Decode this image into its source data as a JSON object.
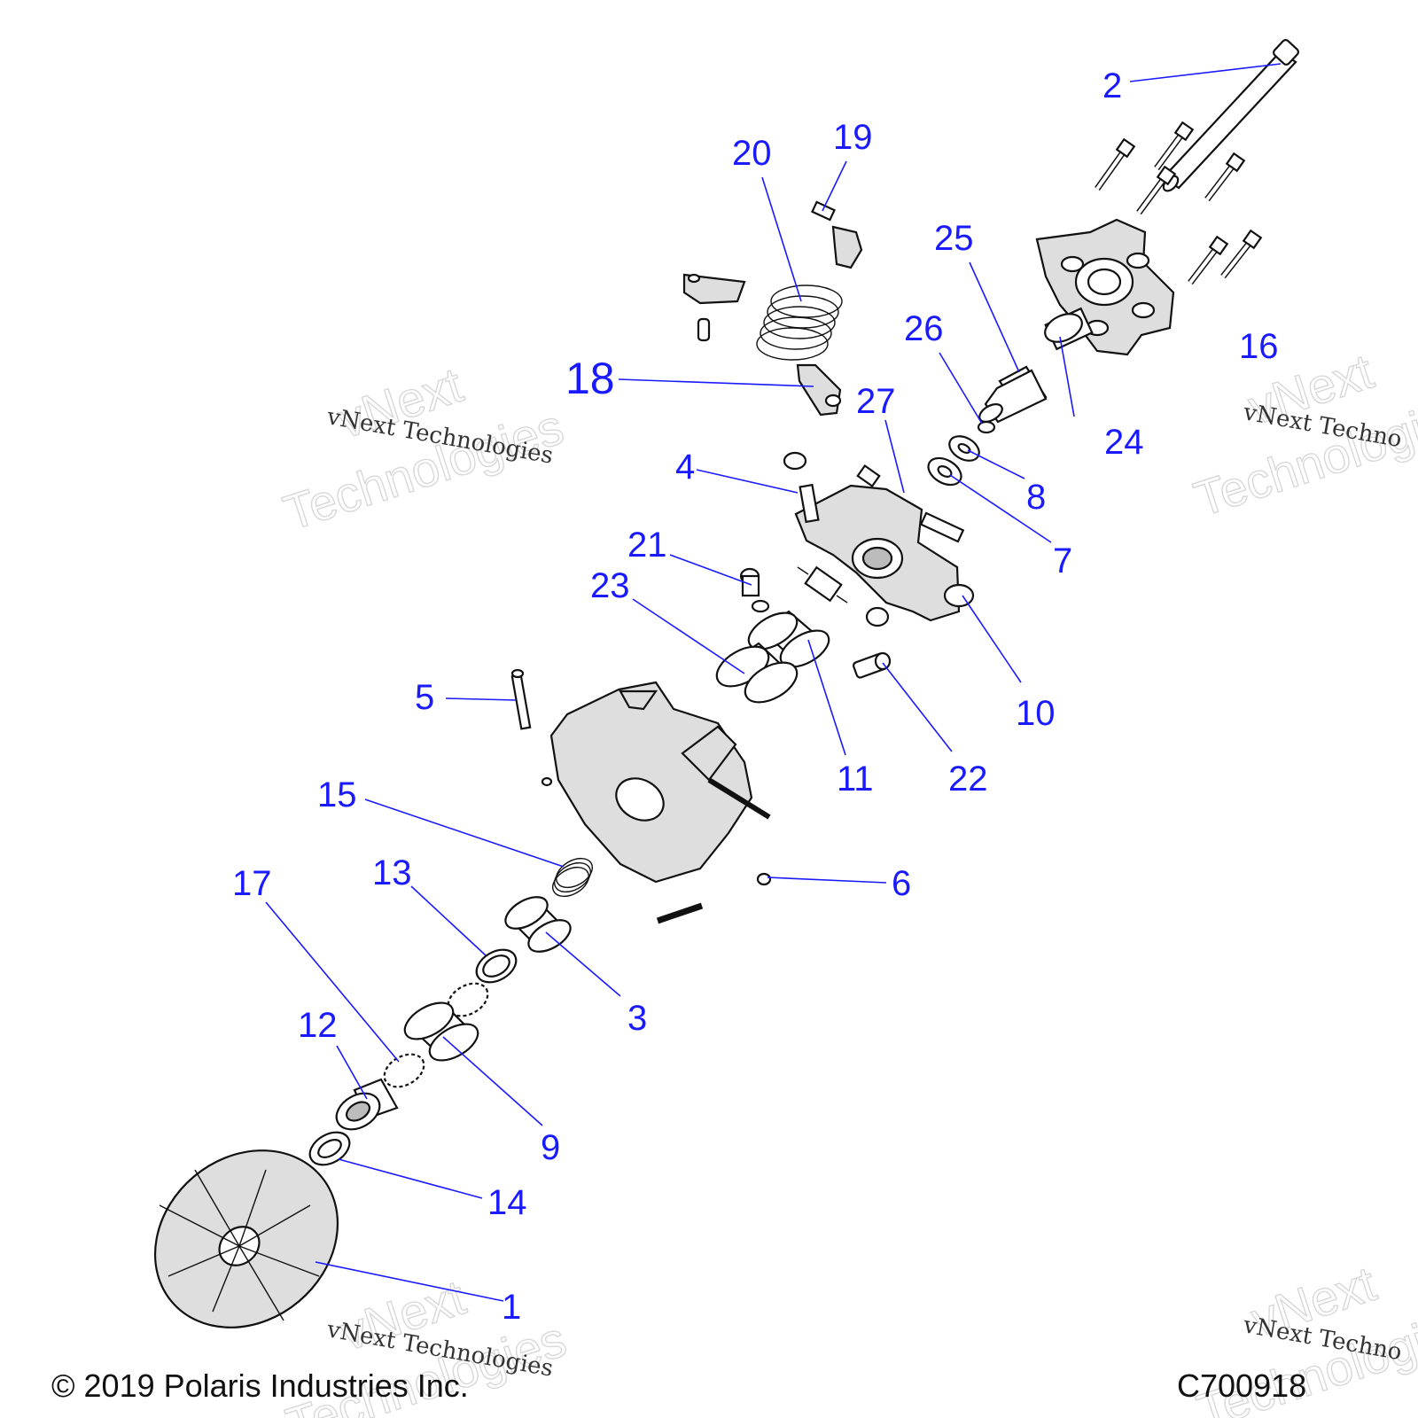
{
  "callouts": {
    "c1": "1",
    "c2": "2",
    "c3": "3",
    "c4": "4",
    "c5": "5",
    "c6": "6",
    "c7": "7",
    "c8": "8",
    "c9": "9",
    "c10": "10",
    "c11": "11",
    "c12": "12",
    "c13": "13",
    "c14": "14",
    "c15": "15",
    "c16": "16",
    "c17": "17",
    "c18": "18",
    "c19": "19",
    "c20": "20",
    "c21": "21",
    "c22": "22",
    "c23": "23",
    "c24": "24",
    "c25": "25",
    "c26": "26",
    "c27": "27"
  },
  "watermark": {
    "line1": "vNext",
    "line2": "Technologies",
    "tagline": "vNext Technologies",
    "tagline_cut": "vNext Techno"
  },
  "footer": {
    "copyright": "© 2019 Polaris Industries Inc.",
    "figure_code": "C700918"
  },
  "colors": {
    "callout": "#1a1aff",
    "line_art": "#111111",
    "watermark": "#d8d8d8"
  }
}
